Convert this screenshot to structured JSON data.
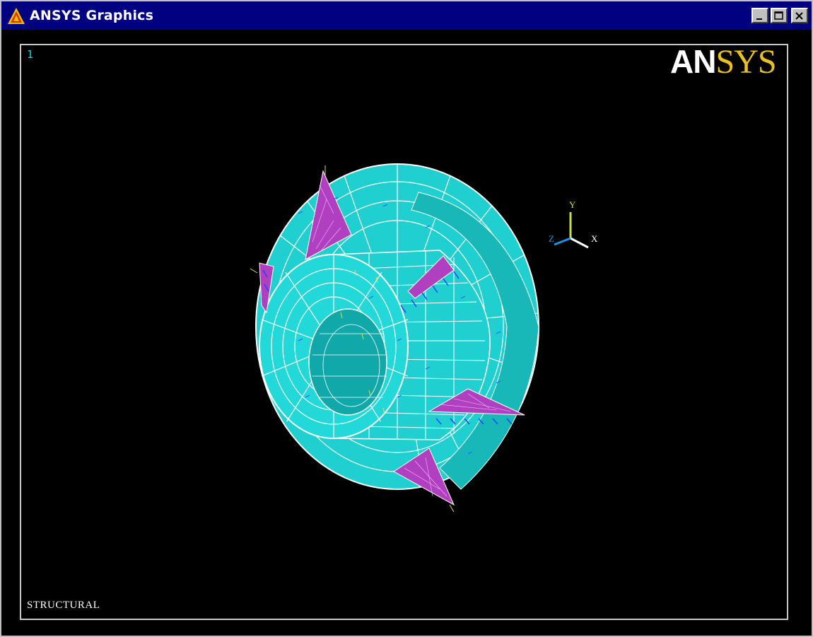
{
  "window": {
    "title": "ANSYS Graphics",
    "controls": {
      "minimize": "minimize-icon",
      "maximize": "maximize-icon",
      "close": "close-icon"
    }
  },
  "graphics": {
    "window_number": "1",
    "logo_bold": "AN",
    "logo_rest": "SYS",
    "analysis_type": "STRUCTURAL",
    "triad": {
      "x": "X",
      "y": "Y",
      "z": "Z"
    },
    "colors": {
      "background": "#000000",
      "mesh_fill": "#20d0d0",
      "mesh_lines": "#ffffff",
      "constraint_patches": "#b040c0",
      "load_symbols": "#2040ff",
      "logo_accent": "#e8c020",
      "title_bar": "#000080"
    }
  }
}
